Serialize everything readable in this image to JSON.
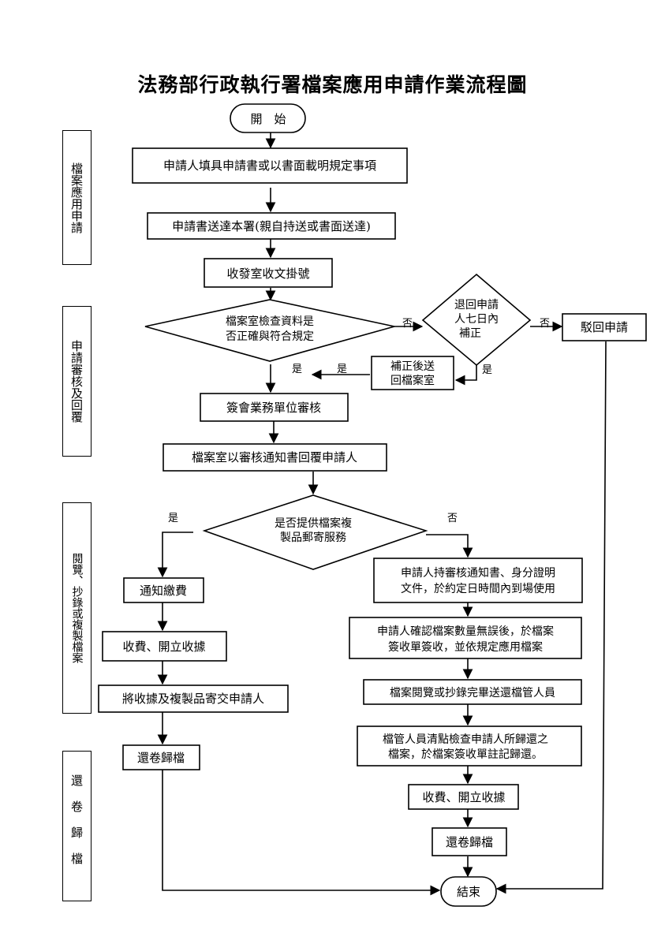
{
  "title": "法務部行政執行署檔案應用申請作業流程圖",
  "sections": [
    {
      "label": "檔案應用申請"
    },
    {
      "label": "申請審核及回覆"
    },
    {
      "label": "閱覽、抄錄或複製檔案"
    },
    {
      "label": "還卷歸檔"
    }
  ],
  "nodes": {
    "start": "開　始",
    "fill_form": "申請人填具申請書或以書面載明規定事項",
    "deliver": "申請書送達本署(親自持送或書面送達)",
    "register": "收發室收文掛號",
    "check": [
      "檔案室檢查資料是",
      "否正確與符合規定"
    ],
    "return_fix": [
      "退回申請",
      "人七日內",
      "補正"
    ],
    "reject": "駁回申請",
    "resend": [
      "補正後送",
      "回檔案室"
    ],
    "countersign": "簽會業務單位審核",
    "reply": "檔案室以審核通知書回覆申請人",
    "mail_q": [
      "是否提供檔案複",
      "製品郵寄服務"
    ],
    "notify_fee": "通知繳費",
    "fee_left": "收費、開立收據",
    "send_copy": "將收據及複製品寄交申請人",
    "archive_left": "還卷歸檔",
    "visit": [
      "申請人持審核通知書、身分證明",
      "文件，於約定日時間內到場使用"
    ],
    "confirm": [
      "申請人確認檔案數量無誤後，於檔案",
      "簽收單簽收，並依規定應用檔案"
    ],
    "return_files": "檔案閱覽或抄錄完畢送還檔管人員",
    "inspect": [
      "檔管人員清點檢查申請人所歸還之",
      "檔案，於檔案簽收單註記歸還。"
    ],
    "fee_right": "收費、開立收據",
    "archive_right": "還卷歸檔",
    "end": "結束"
  },
  "edge_labels": {
    "no_check": "否",
    "no_fix": "否",
    "yes_fix": "是",
    "yes_resend": "是",
    "yes_check": "是",
    "yes_mail": "是",
    "no_mail": "否"
  }
}
